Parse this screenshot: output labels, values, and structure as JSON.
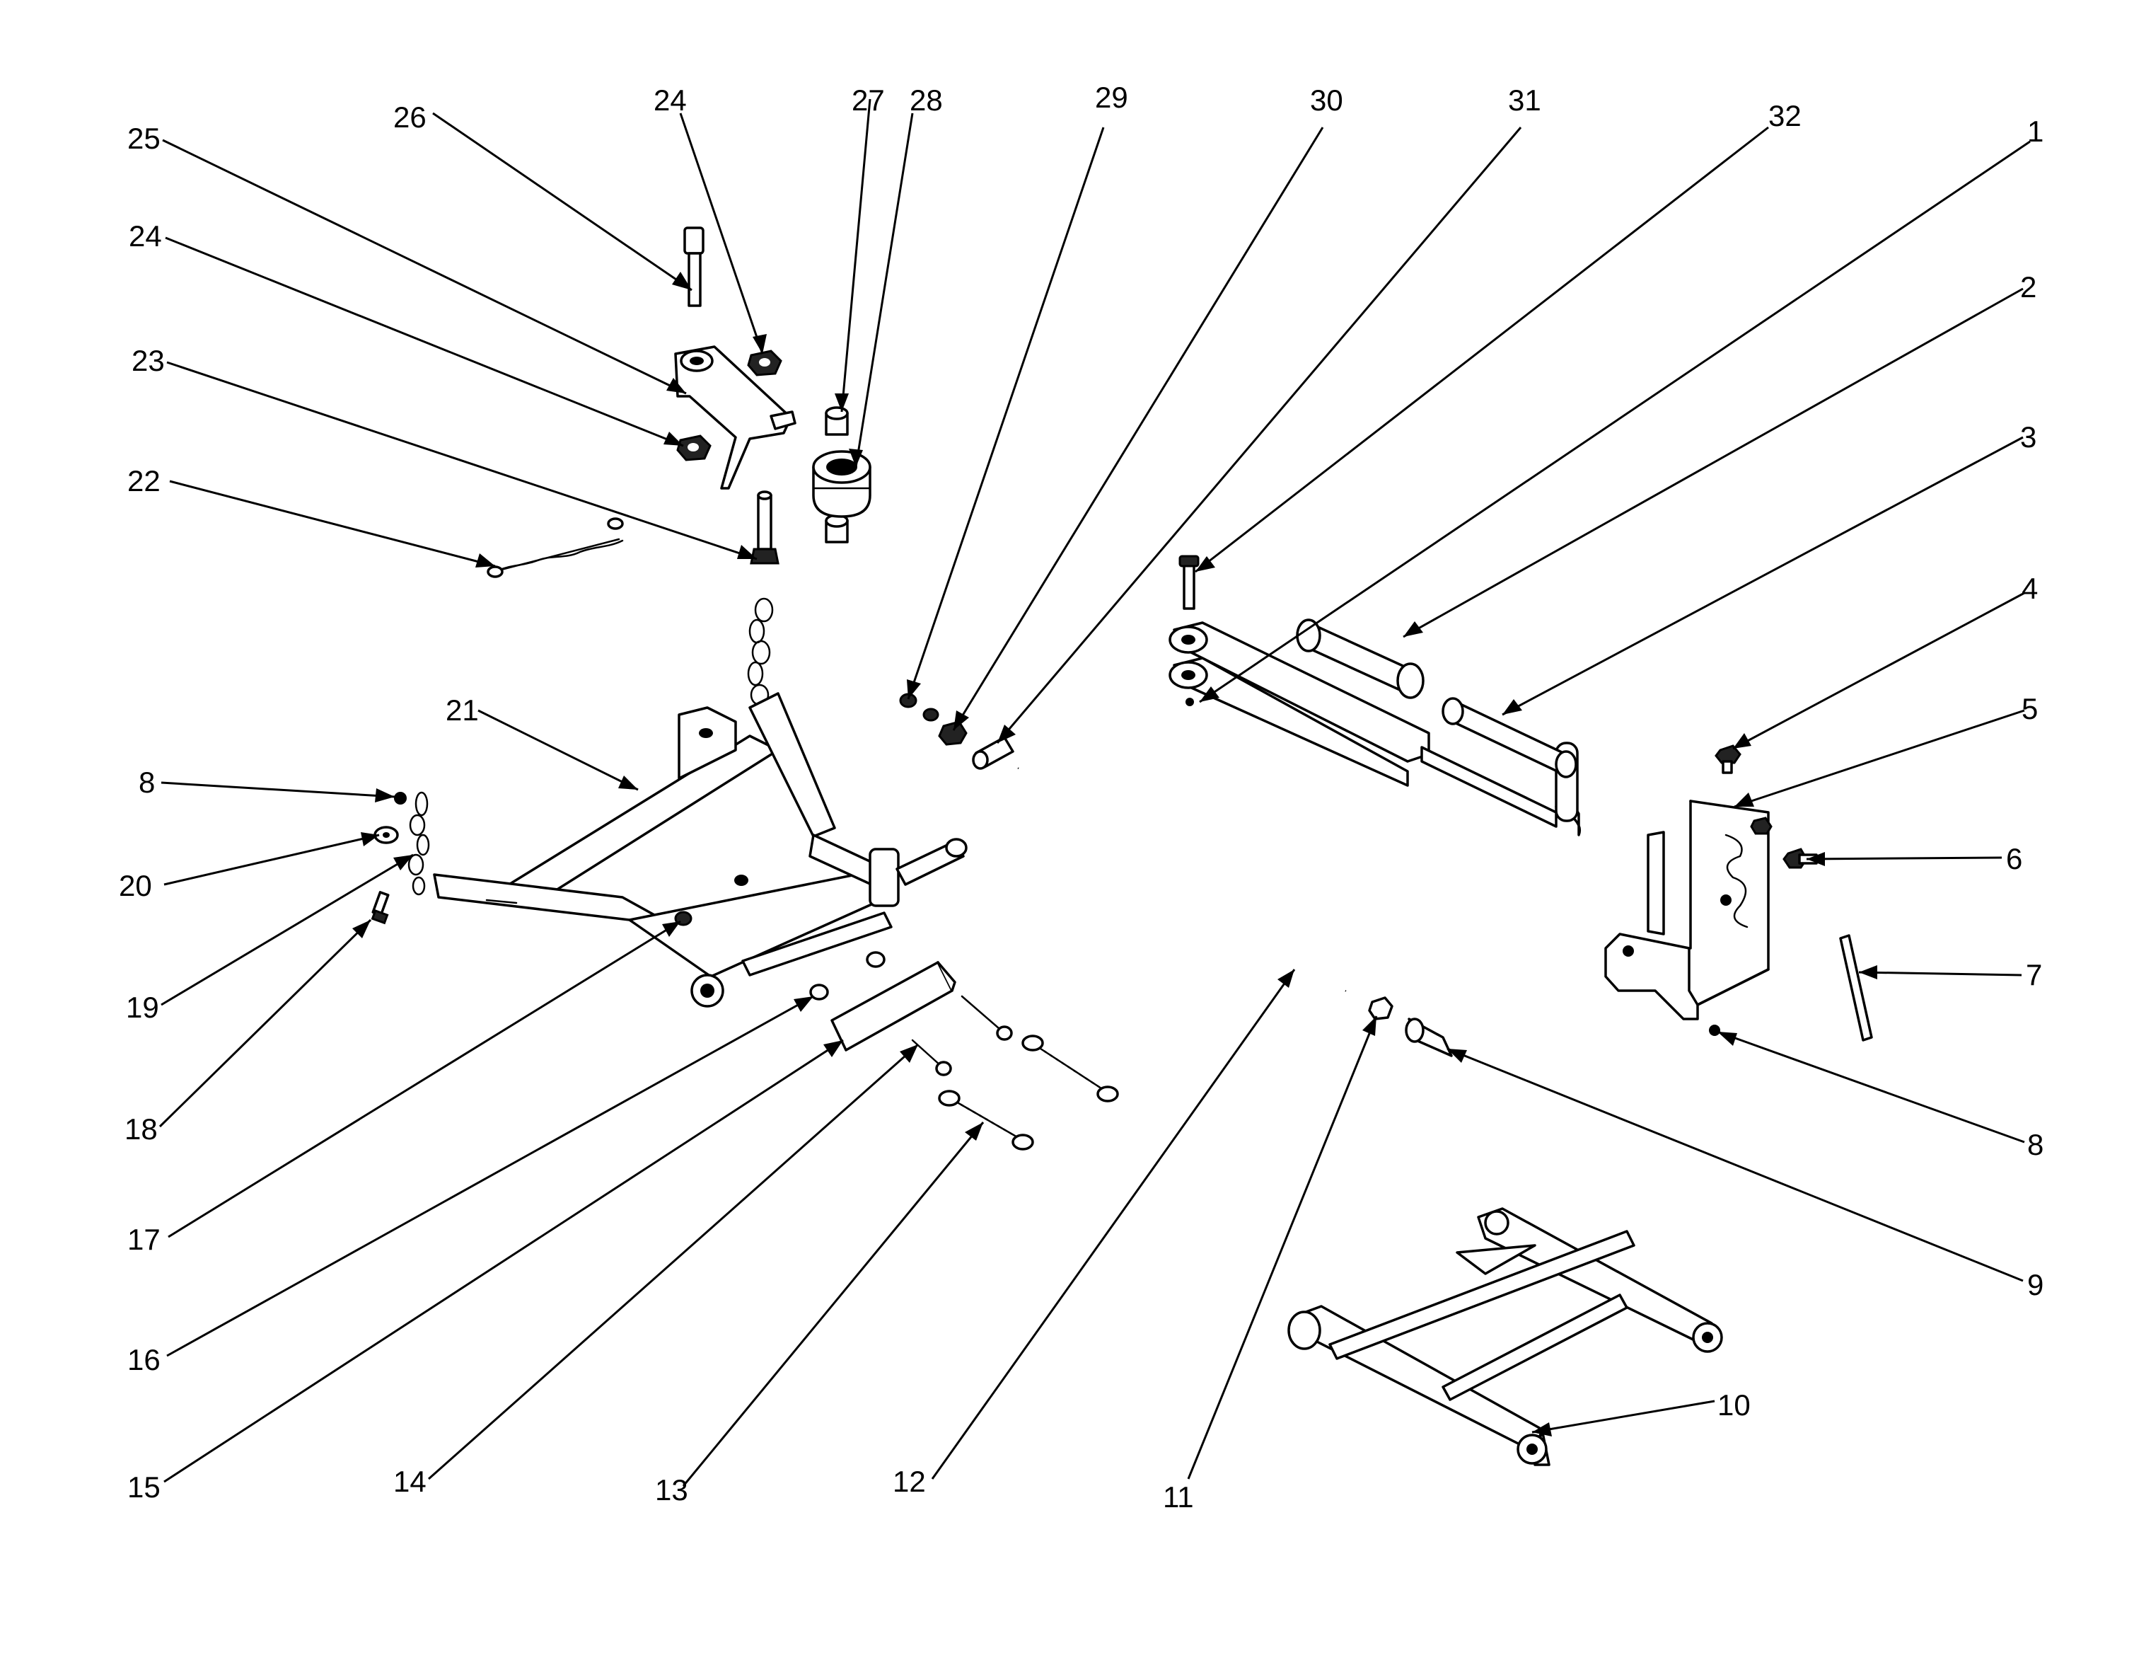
{
  "callouts": [
    {
      "id": "c26",
      "label": "26"
    },
    {
      "id": "c24a",
      "label": "24"
    },
    {
      "id": "c27",
      "label": "27"
    },
    {
      "id": "c28",
      "label": "28"
    },
    {
      "id": "c29",
      "label": "29"
    },
    {
      "id": "c30",
      "label": "30"
    },
    {
      "id": "c31",
      "label": "31"
    },
    {
      "id": "c32",
      "label": "32"
    },
    {
      "id": "c1",
      "label": "1"
    },
    {
      "id": "c25",
      "label": "25"
    },
    {
      "id": "c24b",
      "label": "24"
    },
    {
      "id": "c23",
      "label": "23"
    },
    {
      "id": "c22",
      "label": "22"
    },
    {
      "id": "c2",
      "label": "2"
    },
    {
      "id": "c3",
      "label": "3"
    },
    {
      "id": "c4",
      "label": "4"
    },
    {
      "id": "c21",
      "label": "21"
    },
    {
      "id": "c5",
      "label": "5"
    },
    {
      "id": "c8a",
      "label": "8"
    },
    {
      "id": "c6",
      "label": "6"
    },
    {
      "id": "c20",
      "label": "20"
    },
    {
      "id": "c7",
      "label": "7"
    },
    {
      "id": "c19",
      "label": "19"
    },
    {
      "id": "c8b",
      "label": "8"
    },
    {
      "id": "c18",
      "label": "18"
    },
    {
      "id": "c17",
      "label": "17"
    },
    {
      "id": "c9",
      "label": "9"
    },
    {
      "id": "c16",
      "label": "16"
    },
    {
      "id": "c10",
      "label": "10"
    },
    {
      "id": "c15",
      "label": "15"
    },
    {
      "id": "c14",
      "label": "14"
    },
    {
      "id": "c13",
      "label": "13"
    },
    {
      "id": "c12",
      "label": "12"
    },
    {
      "id": "c11",
      "label": "11"
    }
  ]
}
